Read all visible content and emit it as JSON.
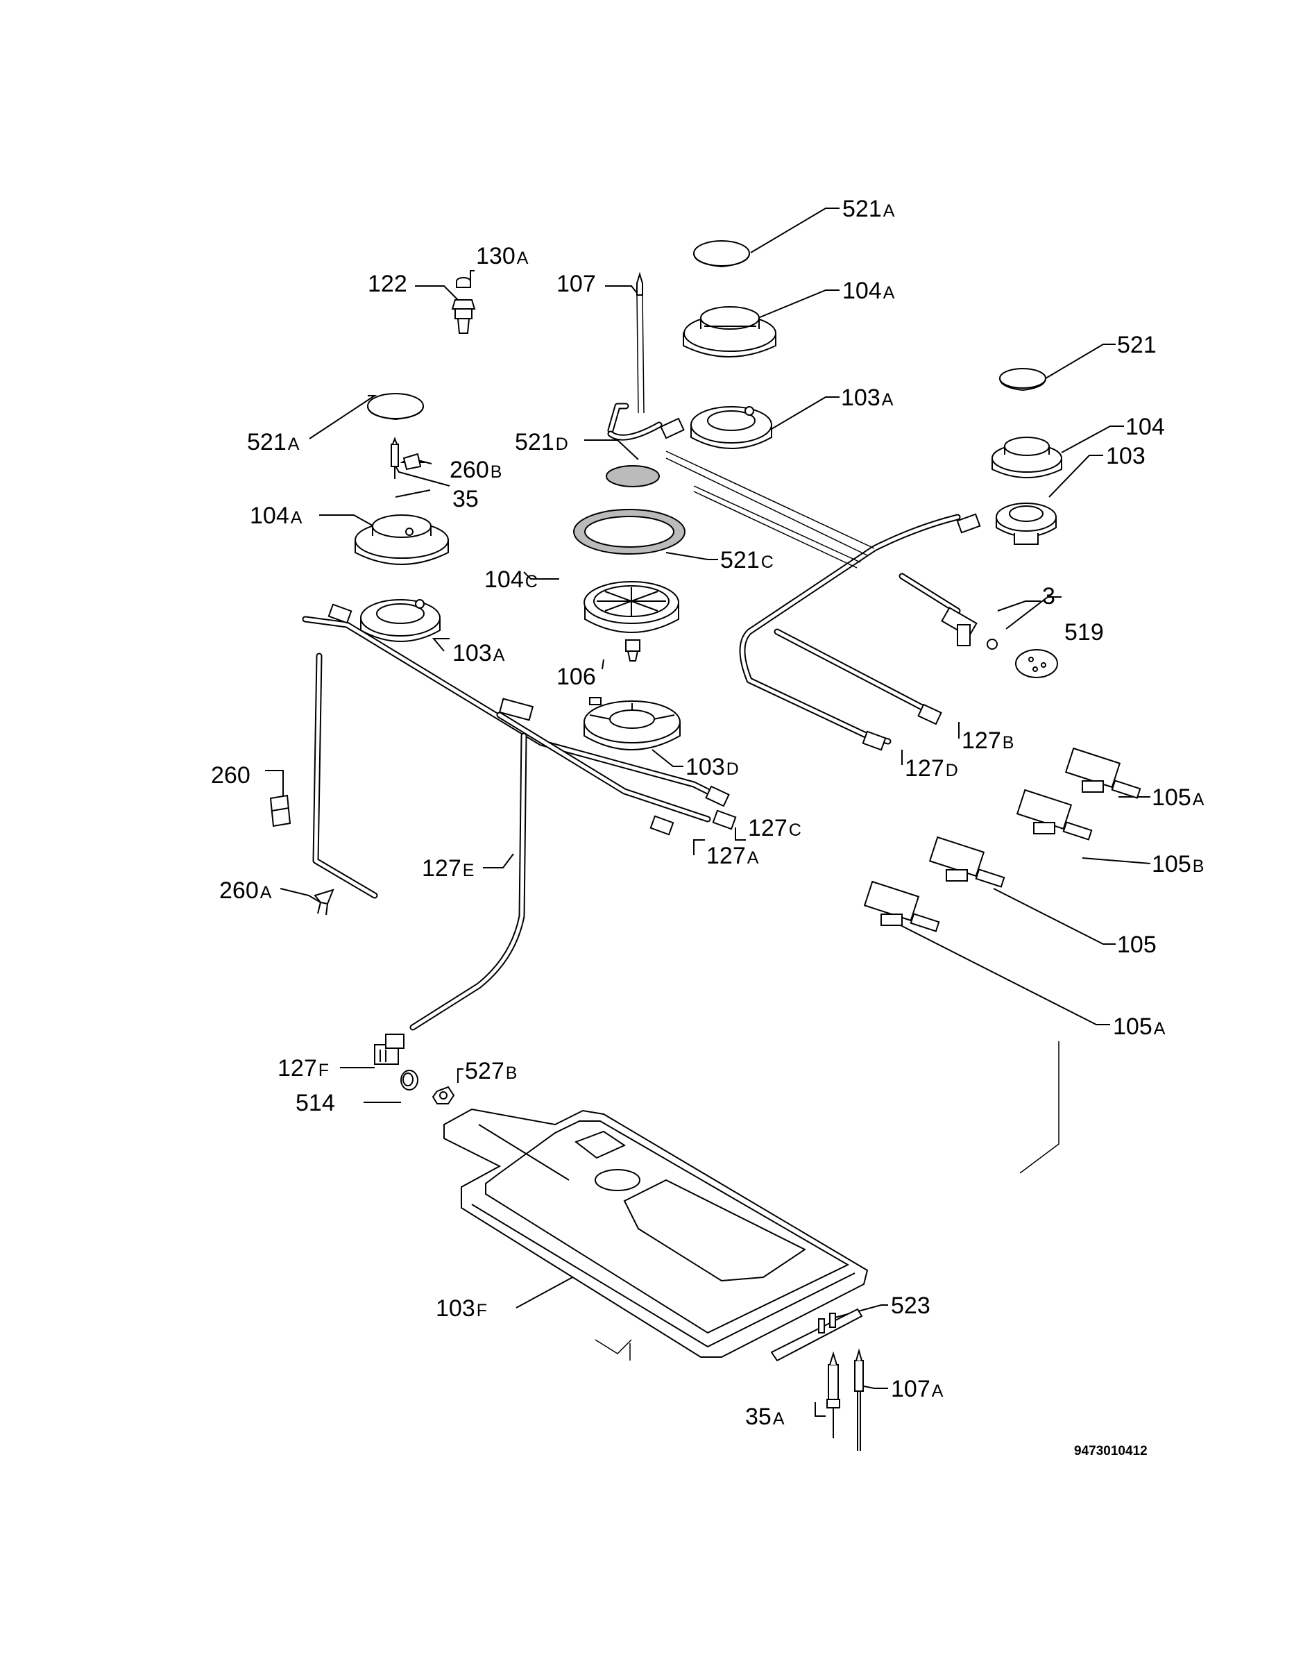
{
  "document_number": "9473010412",
  "labels": [
    {
      "id": "l-521a-top",
      "num": "521",
      "sfx": "A"
    },
    {
      "id": "l-130a",
      "num": "130",
      "sfx": "A"
    },
    {
      "id": "l-122",
      "num": "122",
      "sfx": ""
    },
    {
      "id": "l-107",
      "num": "107",
      "sfx": ""
    },
    {
      "id": "l-104a-top",
      "num": "104",
      "sfx": "A"
    },
    {
      "id": "l-521",
      "num": "521",
      "sfx": ""
    },
    {
      "id": "l-103a-top",
      "num": "103",
      "sfx": "A"
    },
    {
      "id": "l-521a-left",
      "num": "521",
      "sfx": "A"
    },
    {
      "id": "l-521d",
      "num": "521",
      "sfx": "D"
    },
    {
      "id": "l-104",
      "num": "104",
      "sfx": ""
    },
    {
      "id": "l-260b",
      "num": "260",
      "sfx": "B"
    },
    {
      "id": "l-103",
      "num": "103",
      "sfx": ""
    },
    {
      "id": "l-35",
      "num": "35",
      "sfx": ""
    },
    {
      "id": "l-104a-left",
      "num": "104",
      "sfx": "A"
    },
    {
      "id": "l-521c",
      "num": "521",
      "sfx": "C"
    },
    {
      "id": "l-104c",
      "num": "104",
      "sfx": "C"
    },
    {
      "id": "l-3",
      "num": "3",
      "sfx": ""
    },
    {
      "id": "l-519",
      "num": "519",
      "sfx": ""
    },
    {
      "id": "l-103a-left",
      "num": "103",
      "sfx": "A"
    },
    {
      "id": "l-106",
      "num": "106",
      "sfx": ""
    },
    {
      "id": "l-127b",
      "num": "127",
      "sfx": "B"
    },
    {
      "id": "l-103d",
      "num": "103",
      "sfx": "D"
    },
    {
      "id": "l-127d",
      "num": "127",
      "sfx": "D"
    },
    {
      "id": "l-260",
      "num": "260",
      "sfx": ""
    },
    {
      "id": "l-105a-top",
      "num": "105",
      "sfx": "A"
    },
    {
      "id": "l-127c",
      "num": "127",
      "sfx": "C"
    },
    {
      "id": "l-127a",
      "num": "127",
      "sfx": "A"
    },
    {
      "id": "l-105b",
      "num": "105",
      "sfx": "B"
    },
    {
      "id": "l-127e",
      "num": "127",
      "sfx": "E"
    },
    {
      "id": "l-260a",
      "num": "260",
      "sfx": "A"
    },
    {
      "id": "l-105",
      "num": "105",
      "sfx": ""
    },
    {
      "id": "l-105a-bottom",
      "num": "105",
      "sfx": "A"
    },
    {
      "id": "l-127f",
      "num": "127",
      "sfx": "F"
    },
    {
      "id": "l-527b",
      "num": "527",
      "sfx": "B"
    },
    {
      "id": "l-514",
      "num": "514",
      "sfx": ""
    },
    {
      "id": "l-523",
      "num": "523",
      "sfx": ""
    },
    {
      "id": "l-103f",
      "num": "103",
      "sfx": "F"
    },
    {
      "id": "l-107a",
      "num": "107",
      "sfx": "A"
    },
    {
      "id": "l-35a",
      "num": "35",
      "sfx": "A"
    }
  ]
}
